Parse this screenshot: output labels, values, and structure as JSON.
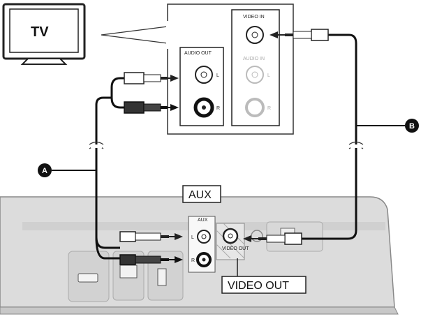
{
  "tv": {
    "label": "TV"
  },
  "tv_panel": {
    "audio_out": "AUDIO OUT",
    "video_in": "VIDEO IN",
    "audio_in": "AUDIO IN",
    "left": "L",
    "right": "R"
  },
  "unit": {
    "aux_box": "AUX",
    "aux_small": "AUX",
    "video_out_small": "VIDEO OUT",
    "video_out_box": "VIDEO OUT",
    "left": "L",
    "right": "R"
  },
  "cables": {
    "a": "A",
    "b": "B"
  }
}
